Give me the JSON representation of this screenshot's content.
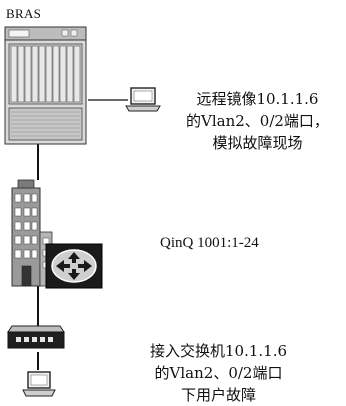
{
  "diagram": {
    "bras_label": "BRAS",
    "top_note": [
      "远程镜像10.1.1.6",
      "的Vlan2、0/2端口，",
      "模拟故障现场"
    ],
    "qinq_note": "QinQ 1001:1-24",
    "bottom_note": [
      "接入交换机10.1.1.6",
      "的Vlan2、0/2端口",
      "下用户故障"
    ]
  }
}
